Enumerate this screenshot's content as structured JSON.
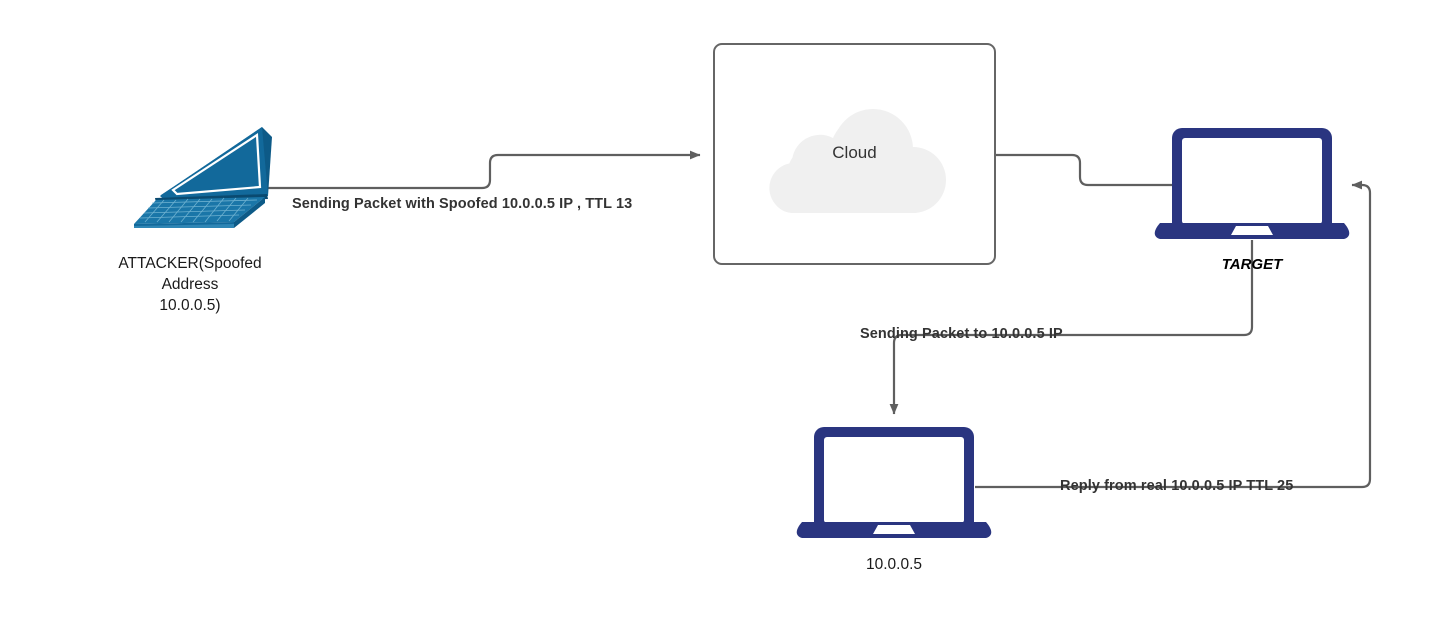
{
  "diagram": {
    "title": "IP Spoofing TTL Analysis Network Diagram",
    "background": "#ffffff",
    "colors": {
      "attacker_device": "#12699b",
      "attacker_device_dark": "#0d5a87",
      "attacker_device_light": "#3f8fb8",
      "node_navy": "#2a3580",
      "wire": "#5f5f5f",
      "cloud_fill": "#f0f0f0",
      "box_border": "#666666",
      "label_text": "#333333"
    }
  },
  "nodes": {
    "attacker": {
      "icon": "laptop-3d-icon",
      "label_lines": [
        "ATTACKER(Spoofed",
        "Address",
        "10.0.0.5)"
      ],
      "label_line1": "ATTACKER(Spoofed",
      "label_line2": "Address",
      "label_line3": "10.0.0.5)"
    },
    "cloud": {
      "icon": "cloud-icon",
      "label": "Cloud"
    },
    "target": {
      "icon": "laptop-icon",
      "label": "TARGET"
    },
    "real_host": {
      "icon": "laptop-icon",
      "label": "10.0.0.5"
    }
  },
  "edges": [
    {
      "id": "attacker-to-cloud",
      "label": "Sending Packet with Spoofed 10.0.0.5 IP , TTL 13",
      "from": "attacker",
      "to": "cloud",
      "arrow": "right"
    },
    {
      "id": "cloud-to-target",
      "label": "",
      "from": "cloud",
      "to": "target",
      "arrow": "none"
    },
    {
      "id": "target-to-real-host",
      "label": "Sending Packet to 10.0.0.5 IP",
      "from": "target",
      "to": "real_host",
      "arrow": "down"
    },
    {
      "id": "real-host-to-target",
      "label": "Reply from real 10.0.0.5 IP TTL 25",
      "from": "real_host",
      "to": "target",
      "arrow": "left"
    }
  ]
}
